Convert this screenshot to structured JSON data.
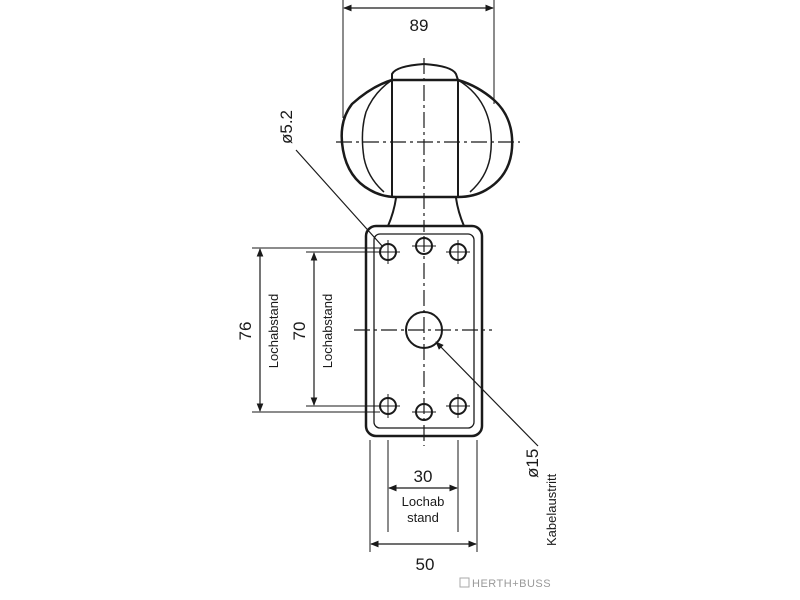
{
  "drawing": {
    "overall_width": "89",
    "hole_diameter": "ø5.2",
    "hole_spacing_outer": "76",
    "hole_spacing_inner": "70",
    "lochabstand_vertical_label": "Lochabstand",
    "hole_spacing_horizontal": "30",
    "lochab_label": "Lochab",
    "stand_label": "stand",
    "base_width": "50",
    "cable_diameter": "ø15",
    "cable_exit_label": "Kabelaustritt"
  },
  "brand": {
    "name": "HERTH+BUSS"
  }
}
